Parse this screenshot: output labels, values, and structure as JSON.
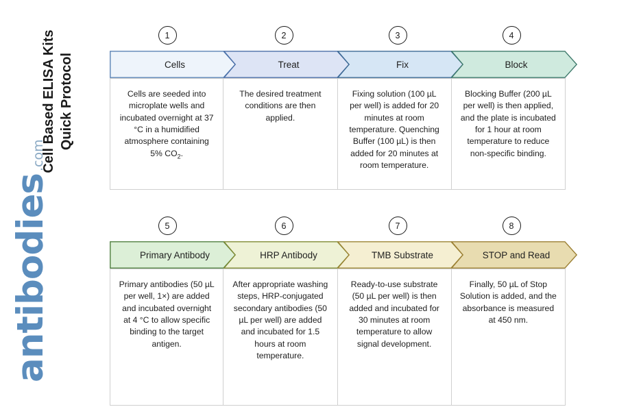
{
  "title": {
    "line1": "Cell Based ELISA Kits",
    "line2": "Quick Protocol"
  },
  "logo": {
    "word": "antibodies",
    "tld": ".com",
    "color": "#5b8dbd"
  },
  "colors": {
    "step1_fill": "#eef4fb",
    "step1_border": "#5b83b5",
    "step2_fill": "#dde4f5",
    "step2_border": "#4a6fa8",
    "step3_fill": "#d6e6f5",
    "step3_border": "#3d6a94",
    "step4_fill": "#cfeade",
    "step4_border": "#3f7a6c",
    "step5_fill": "#dcefd7",
    "step5_border": "#4f7f3f",
    "step6_fill": "#eef2d6",
    "step6_border": "#7f8a33",
    "step7_fill": "#f5efd2",
    "step7_border": "#9b8433",
    "step8_fill": "#e8dcb0",
    "step8_border": "#9b7f33",
    "cell_border": "#cfcfcf",
    "text": "#202020"
  },
  "rows": [
    {
      "id": "row-1",
      "steps": [
        {
          "number": "1",
          "label": "Cells",
          "body": "Cells are seeded into microplate wells and incubated overnight at 37 °C in a humidified atmosphere containing 5% CO",
          "body_sub": "2",
          "body_tail": ".",
          "fill": "#eef4fb",
          "border": "#5b83b5"
        },
        {
          "number": "2",
          "label": "Treat",
          "body": "The desired treatment conditions are then applied.",
          "fill": "#dde4f5",
          "border": "#4a6fa8"
        },
        {
          "number": "3",
          "label": "Fix",
          "body": "Fixing solution (100 µL per well) is added for 20 minutes at room temperature. Quenching Buffer (100 µL) is then added for 20 minutes at room temperature.",
          "fill": "#d6e6f5",
          "border": "#3d6a94"
        },
        {
          "number": "4",
          "label": "Block",
          "body": "Blocking Buffer (200 µL per well) is then applied, and the plate is incubated for 1 hour at room temperature to reduce non-specific binding.",
          "fill": "#cfeade",
          "border": "#3f7a6c"
        }
      ]
    },
    {
      "id": "row-2",
      "steps": [
        {
          "number": "5",
          "label": "Primary Antibody",
          "body": "Primary antibodies (50 µL per well, 1×) are added and incubated overnight at 4 °C to allow specific binding to the target antigen.",
          "fill": "#dcefd7",
          "border": "#4f7f3f"
        },
        {
          "number": "6",
          "label": "HRP Antibody",
          "body": "After appropriate washing steps, HRP-conjugated secondary antibodies (50 µL per well) are added and incubated for 1.5 hours at room temperature.",
          "fill": "#eef2d6",
          "border": "#7f8a33"
        },
        {
          "number": "7",
          "label": "TMB Substrate",
          "body": "Ready-to-use substrate (50 µL per well) is then added and incubated for 30 minutes at room temperature to allow signal development.",
          "fill": "#f5efd2",
          "border": "#9b8433"
        },
        {
          "number": "8",
          "label": "STOP and Read",
          "body": "Finally, 50 µL of Stop Solution is added, and the absorbance is measured at 450 nm.",
          "fill": "#e8dcb0",
          "border": "#9b7f33"
        }
      ]
    }
  ]
}
